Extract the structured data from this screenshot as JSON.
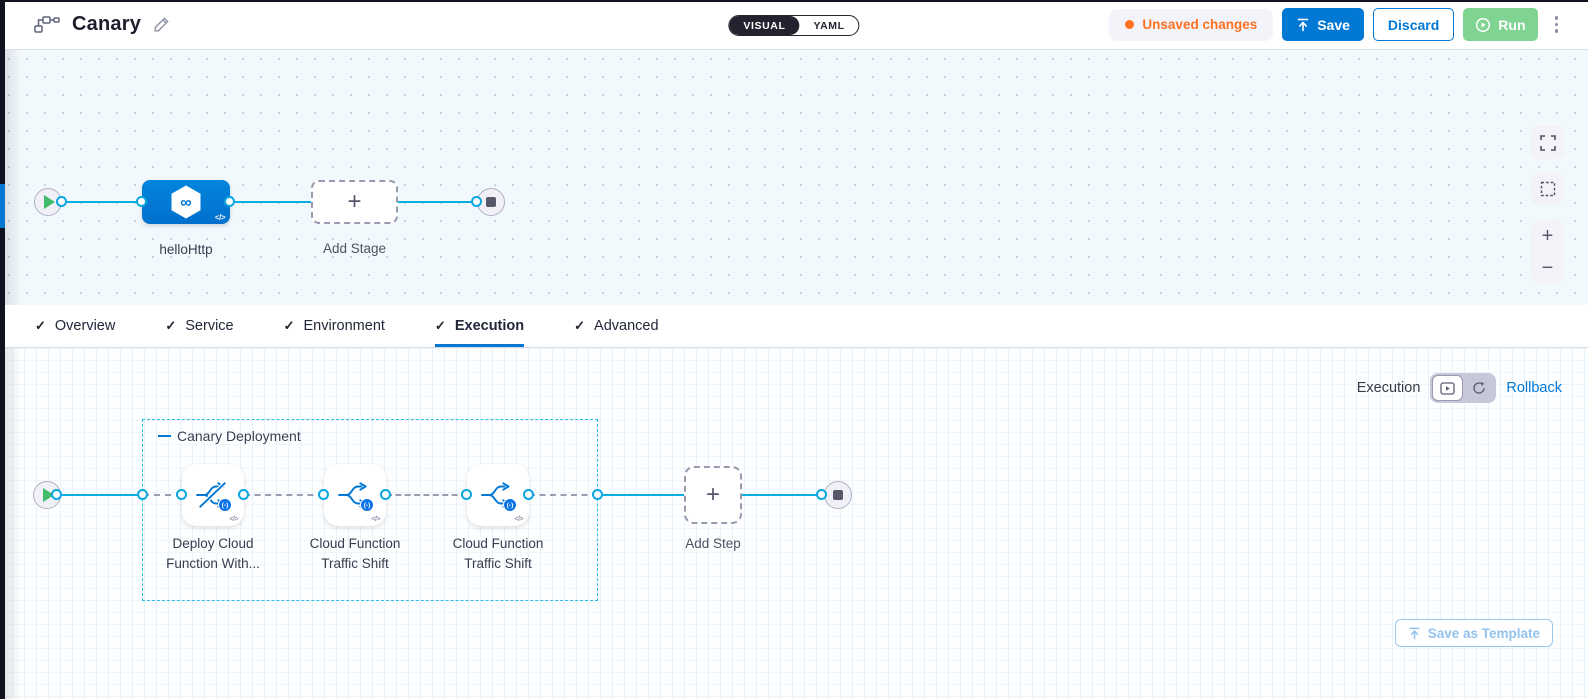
{
  "header": {
    "title": "Canary",
    "mode_visual": "VISUAL",
    "mode_yaml": "YAML",
    "unsaved_label": "Unsaved changes",
    "save_label": "Save",
    "discard_label": "Discard",
    "run_label": "Run"
  },
  "top_graph": {
    "stage_label": "helloHttp",
    "add_stage_label": "Add Stage"
  },
  "tabs": [
    {
      "label": "Overview",
      "checked": true
    },
    {
      "label": "Service",
      "checked": true
    },
    {
      "label": "Environment",
      "checked": true
    },
    {
      "label": "Execution",
      "checked": true,
      "active": true
    },
    {
      "label": "Advanced",
      "checked": true
    }
  ],
  "save_as_template_label": "Save as Template",
  "execution": {
    "mode_label": "Execution",
    "rollback_label": "Rollback",
    "group_title": "Canary Deployment",
    "steps": [
      {
        "line1": "Deploy Cloud",
        "line2": "Function With..."
      },
      {
        "line1": "Cloud Function",
        "line2": "Traffic Shift"
      },
      {
        "line1": "Cloud Function",
        "line2": "Traffic Shift"
      }
    ],
    "add_step_label": "Add Step"
  },
  "glyphs": {
    "check": "✓",
    "plus": "+",
    "minus": "−",
    "infinity": "∞",
    "code": "</>",
    "gcf": "(-)"
  },
  "colors": {
    "primary_blue": "#0278d5",
    "connector_cyan": "#0aade0",
    "unsaved_orange": "#ff7020",
    "run_green_disabled": "#7fd492",
    "nav_dark": "#10131f"
  }
}
